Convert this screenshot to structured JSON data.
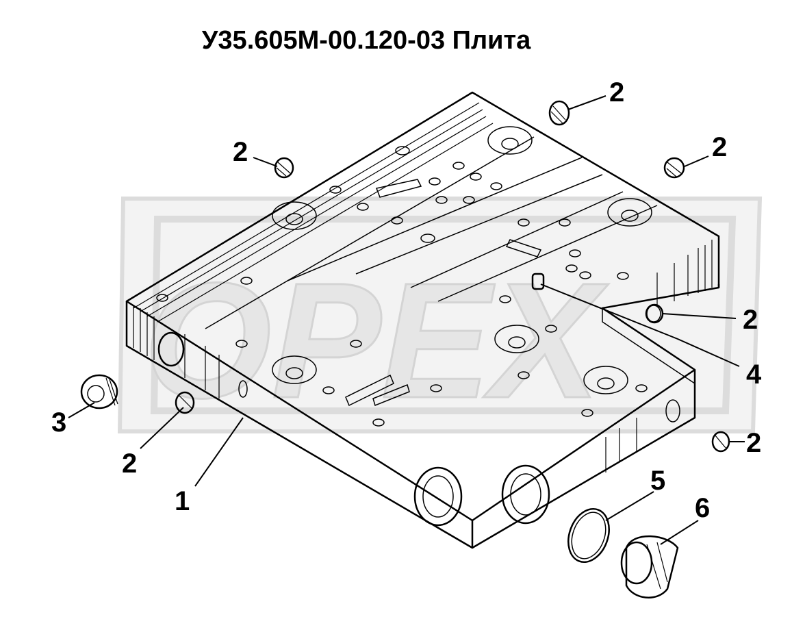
{
  "title": "У35.605М-00.120-03 Плита",
  "watermark": "ОРЕХ",
  "callouts": [
    {
      "label": "1"
    },
    {
      "label": "2"
    },
    {
      "label": "2"
    },
    {
      "label": "2"
    },
    {
      "label": "2"
    },
    {
      "label": "2"
    },
    {
      "label": "2"
    },
    {
      "label": "3"
    },
    {
      "label": "4"
    },
    {
      "label": "5"
    },
    {
      "label": "6"
    }
  ],
  "colors": {
    "line": "#000000",
    "watermark": "#e6e6e6",
    "background": "#ffffff"
  }
}
